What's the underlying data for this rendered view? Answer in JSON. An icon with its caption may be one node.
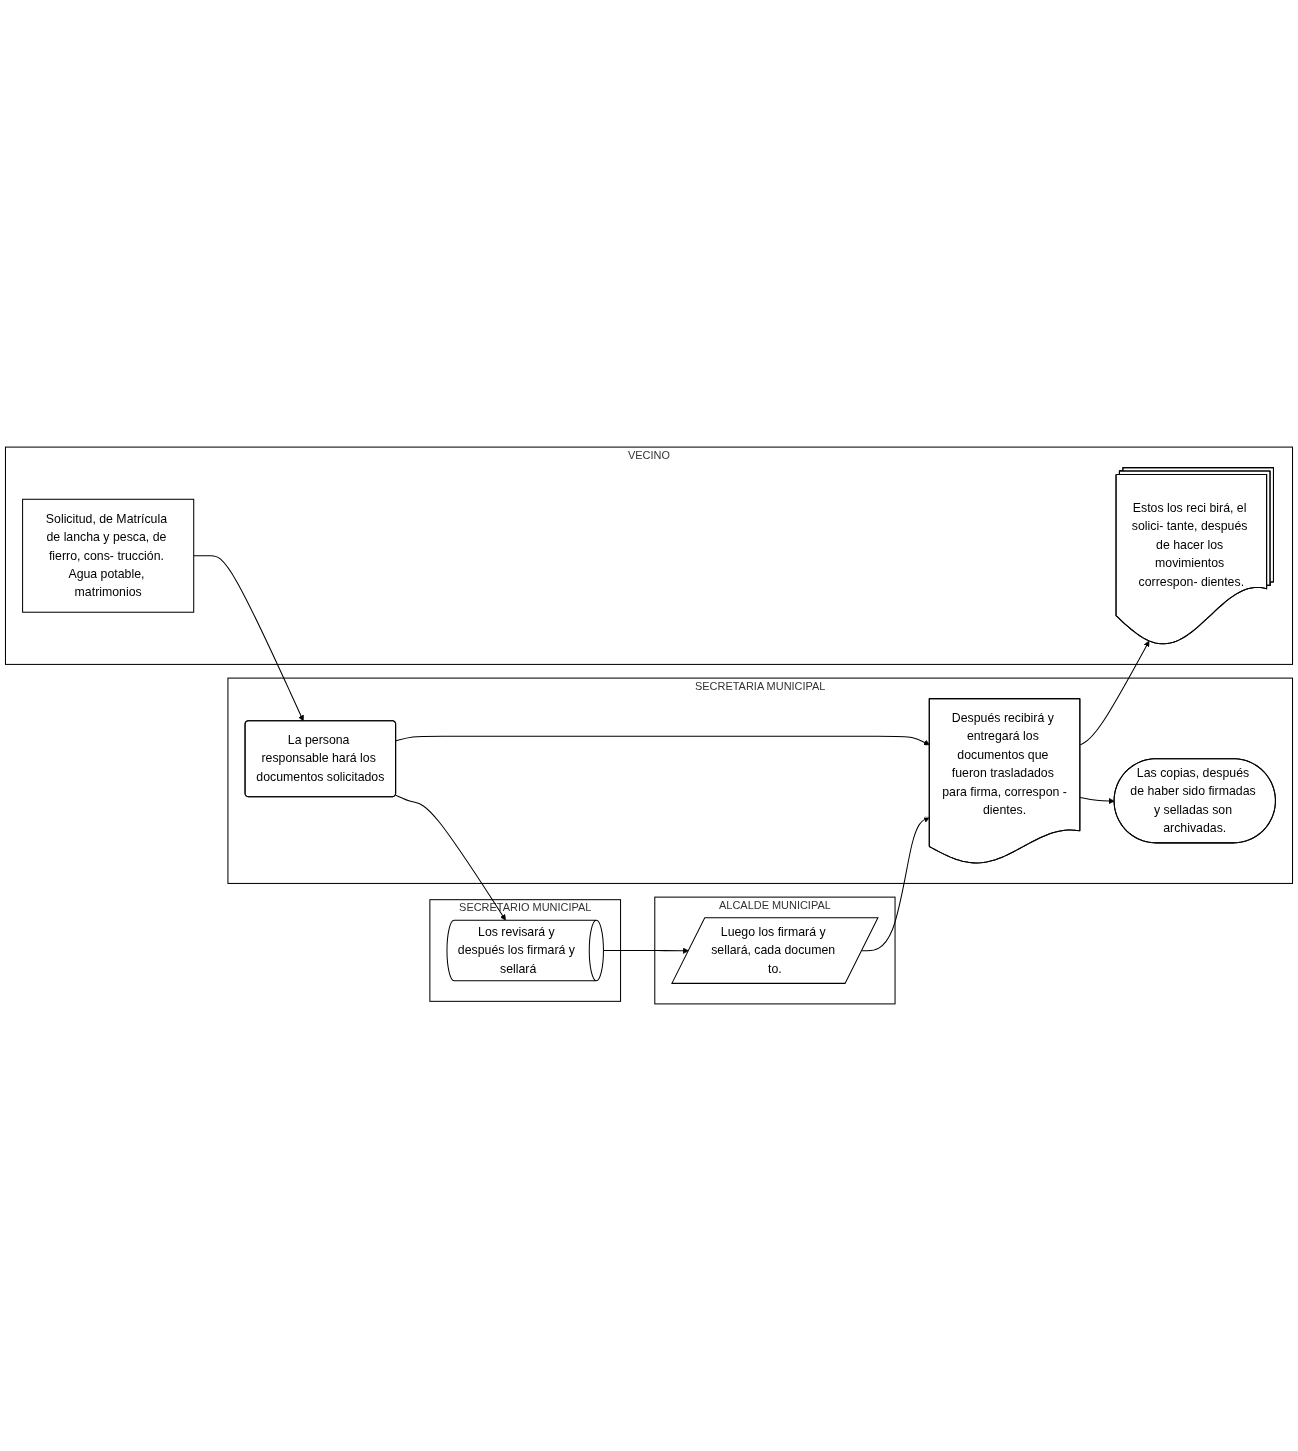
{
  "diagram": {
    "nodes": [
      {
        "text": [
          "VECINO"
        ]
      },
      {
        "text": [
          "SECRETARIA MUNICIPAL"
        ]
      },
      {
        "text": [
          "SECRETARIO MUNICIPAL"
        ]
      },
      {
        "text": [
          "ALCALDE MUNICIPAL"
        ]
      },
      {
        "text": [
          "Solicitud, de Matrícula de lancha y pesca, de fierro, cons- trucción. Agua potable, matrimonios"
        ],
        "in": 0
      },
      {
        "text": [
          "La persona responsable hará los documentos solicitados"
        ],
        "in": 1
      },
      {
        "text": [
          "Los revisará y después los firmará y sellará"
        ],
        "in": 2
      },
      {
        "text": [
          "Luego los firmará y sellará, cada documen to."
        ],
        "in": 3
      },
      {
        "text": [
          "Después recibirá y entregará los documentos que fueron trasladados para firma, correspon -dientes."
        ],
        "in": 1
      },
      {
        "text": [
          "Estos los reci birá, el solici- tante, después de hacer los movimientos correspon- dientes."
        ],
        "in": 0
      },
      {
        "text": [
          "Las copias, después de haber sido firmadas y selladas son archivadas."
        ],
        "in": 1
      }
    ],
    "edges": [
      {
        "from": 4,
        "to": 5,
        "arrow": "to"
      },
      {
        "from": 5,
        "to": 6,
        "arrow": "to"
      },
      {
        "from": 6,
        "to": 7,
        "arrow": "to"
      },
      {
        "from": 5,
        "to": 8,
        "arrow": "to"
      },
      {
        "from": 7,
        "to": 8,
        "arrow": "to"
      },
      {
        "from": 8,
        "to": 9,
        "arrow": "to"
      },
      {
        "from": 8,
        "to": 10,
        "arrow": "to"
      }
    ]
  }
}
